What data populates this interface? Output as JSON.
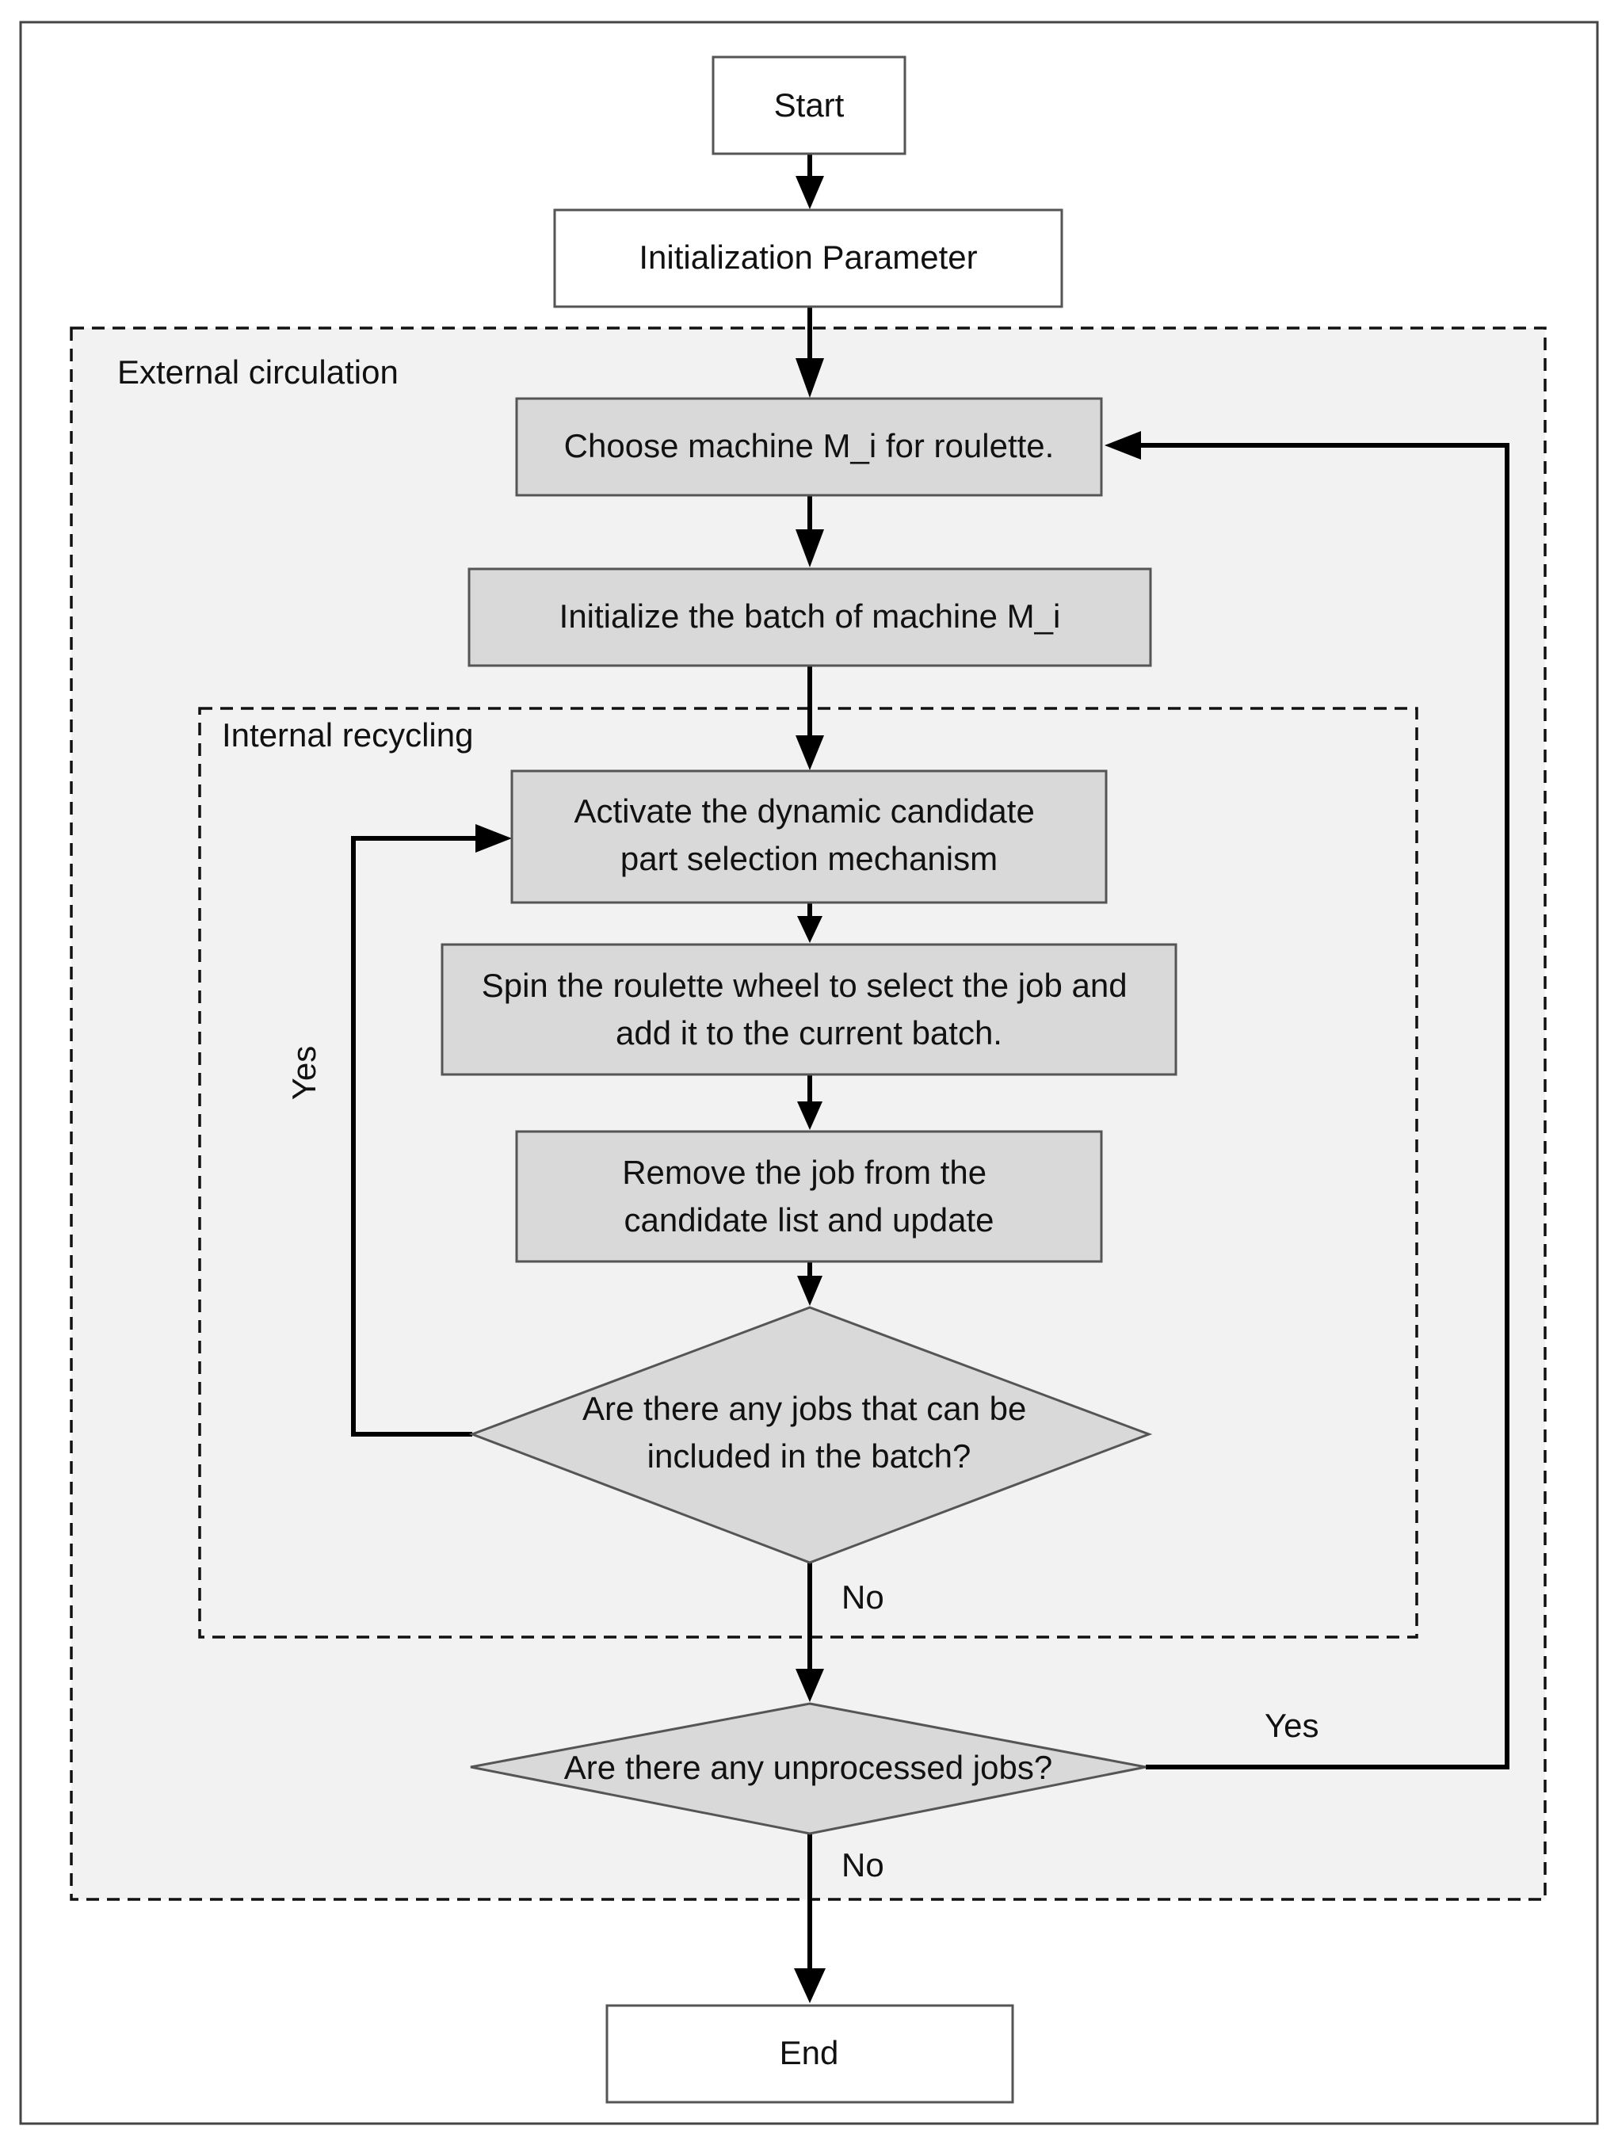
{
  "regions": {
    "external": {
      "label": "External circulation"
    },
    "internal": {
      "label": "Internal recycling"
    }
  },
  "nodes": {
    "start": {
      "lines": [
        "Start"
      ]
    },
    "init_param": {
      "lines": [
        "Initialization Parameter"
      ]
    },
    "choose_machine": {
      "lines": [
        "Choose machine M_i for roulette."
      ]
    },
    "init_batch": {
      "lines": [
        "Initialize the batch of machine M_i"
      ]
    },
    "activate": {
      "lines": [
        "Activate the dynamic candidate",
        "part selection mechanism"
      ]
    },
    "spin": {
      "lines": [
        "Spin the roulette wheel to select the job and",
        "add it to the current batch."
      ]
    },
    "remove": {
      "lines": [
        "Remove the job from the",
        "candidate list and update"
      ]
    },
    "decision_jobs": {
      "lines": [
        "Are there any jobs that can be",
        "included in the batch?"
      ]
    },
    "decision_unprocessed": {
      "lines": [
        "Are there any unprocessed jobs?"
      ]
    },
    "end": {
      "lines": [
        "End"
      ]
    }
  },
  "edge_labels": {
    "inner_yes": "Yes",
    "inner_no": "No",
    "outer_yes": "Yes",
    "outer_no": "No"
  },
  "colors": {
    "frame": "#444444",
    "region_fill": "#f2f2f2",
    "process_fill": "#d9d9d9",
    "terminal_fill": "#ffffff",
    "stroke": "#555555",
    "arrow": "#000000"
  }
}
